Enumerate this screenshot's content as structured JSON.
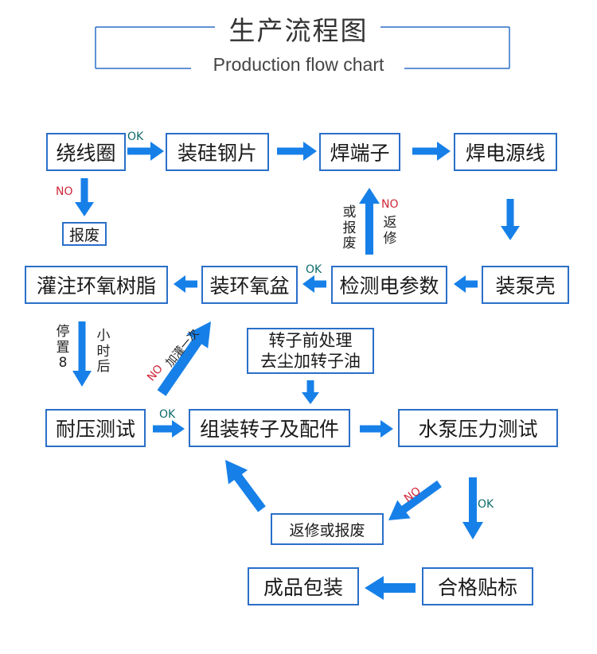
{
  "header": {
    "title": "生产流程图",
    "subtitle": "Production flow chart"
  },
  "steps": {
    "winding": "绕线圈",
    "silicon_steel": "装硅钢片",
    "weld_terminal": "焊端子",
    "weld_power_cord": "焊电源线",
    "scrap_1": "报废",
    "epoxy_pour": "灌注环氧树脂",
    "epoxy_tray": "装环氧盆",
    "param_test": "检测电参数",
    "pump_shell": "装泵壳",
    "rotor_pre_line1": "转子前处理",
    "rotor_pre_line2": "去尘加转子油",
    "pressure_test": "耐压测试",
    "assemble_rotor": "组装转子及配件",
    "pump_pressure_test": "水泵压力测试",
    "repair_or_scrap": "返修或报废",
    "finished_pack": "成品包装",
    "label_pass": "合格贴标"
  },
  "labels": {
    "ok_1": "OK",
    "no_1": "NO",
    "ok_2": "OK",
    "no_2": "NO",
    "or_scrap": "或报废",
    "repair": "返修",
    "stop_left": "停置8",
    "stop_right": "小时后",
    "no_3": "NO",
    "pour_again": "加灌一次",
    "ok_3": "OK",
    "no_4": "NO",
    "ok_4": "OK"
  },
  "colors": {
    "border": "#2a6fc9",
    "arrow": "#1780e8",
    "ok": "#0e6b6b",
    "no": "#d0283a",
    "title_line": "#2a6fc9"
  }
}
